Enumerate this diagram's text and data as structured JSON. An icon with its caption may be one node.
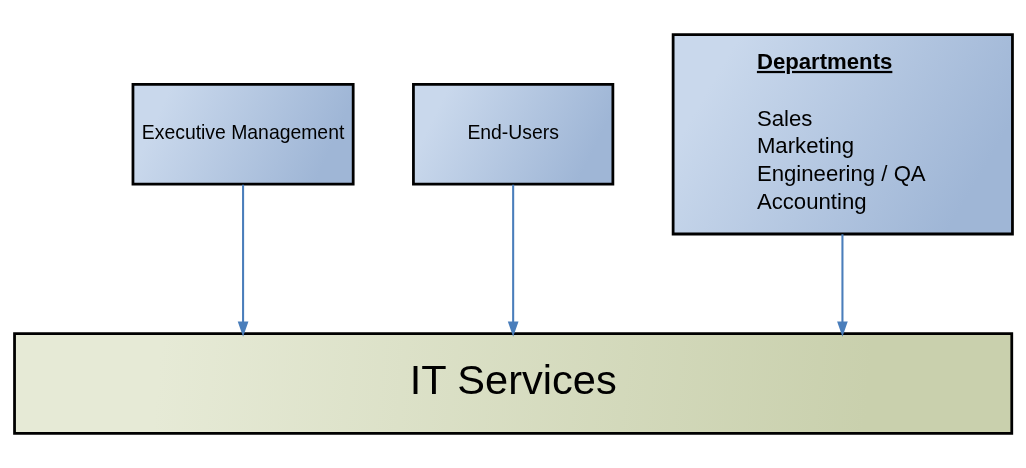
{
  "diagram": {
    "nodes": [
      {
        "text": [
          "Executive Management"
        ]
      },
      {
        "text": [
          "End-Users"
        ]
      },
      {
        "text": [
          "Departments",
          "Sales",
          "Marketing",
          "Engineering / QA",
          "Accounting"
        ]
      },
      {
        "text": [
          "IT Services"
        ]
      }
    ],
    "edges": [
      {
        "from": 0,
        "to": 3,
        "arrow": "to"
      },
      {
        "from": 1,
        "to": 3,
        "arrow": "to"
      },
      {
        "from": 2,
        "to": 3,
        "arrow": "to"
      }
    ]
  }
}
